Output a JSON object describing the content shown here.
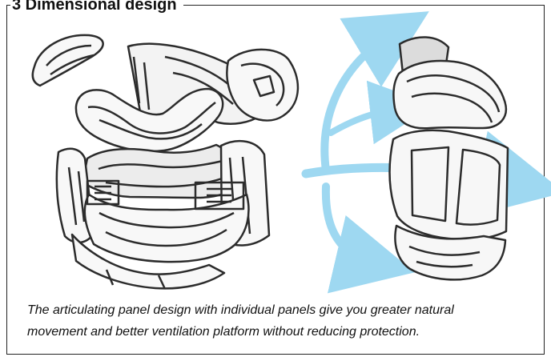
{
  "header": {
    "title": "3 Dimensional design"
  },
  "caption": {
    "line1": "The articulating panel design with individual panels give you greater natural",
    "line2": "movement and better ventilation platform without reducing protection."
  },
  "colors": {
    "arrow": "#9ed8f1",
    "line": "#2c2c2c",
    "shade": "#d8d8d8"
  }
}
